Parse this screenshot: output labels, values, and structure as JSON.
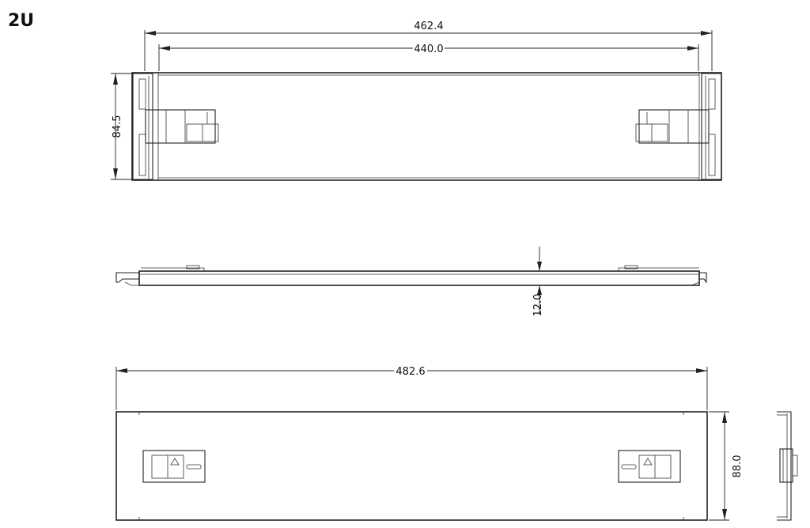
{
  "title": "2U",
  "dimensions": {
    "top_outer_width": "462.4",
    "top_inner_width": "440.0",
    "top_height": "84.5",
    "side_thickness": "12.0",
    "front_width": "482.6",
    "front_height": "88.0"
  },
  "colors": {
    "line": "#222222",
    "background": "#ffffff"
  }
}
